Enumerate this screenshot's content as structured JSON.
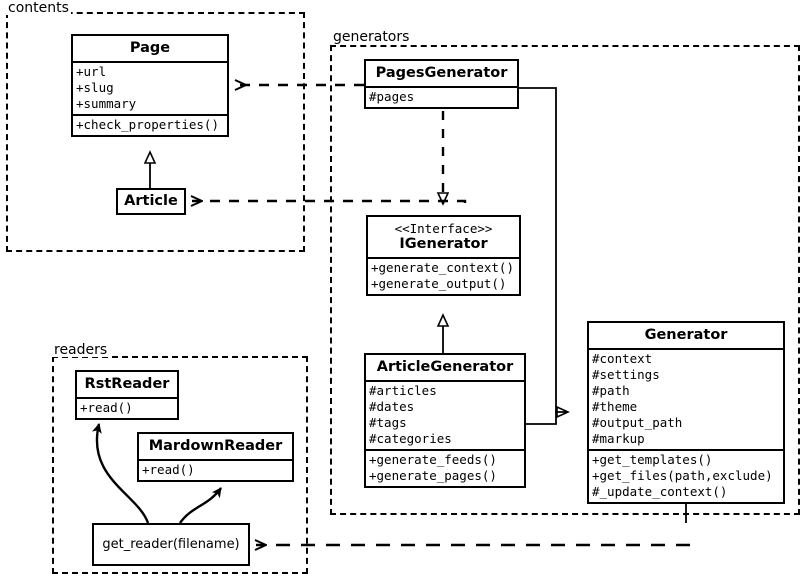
{
  "diagram": {
    "title": "UML class diagram",
    "stroke_color": "#000000",
    "background_color": "#ffffff"
  },
  "packages": [
    {
      "id": "contents",
      "label": "contents"
    },
    {
      "id": "generators",
      "label": "generators"
    },
    {
      "id": "readers",
      "label": "readers"
    }
  ],
  "classes": {
    "page": {
      "name": "Page",
      "attributes": [
        "+url",
        "+slug",
        "+summary"
      ],
      "operations": [
        "+check_properties()"
      ]
    },
    "article": {
      "name": "Article",
      "attributes": [],
      "operations": []
    },
    "pages_generator": {
      "name": "PagesGenerator",
      "attributes": [
        "#pages"
      ],
      "operations": []
    },
    "igenerator": {
      "stereotype": "<<Interface>>",
      "name": "IGenerator",
      "attributes": [],
      "operations": [
        "+generate_context()",
        "+generate_output()"
      ]
    },
    "article_generator": {
      "name": "ArticleGenerator",
      "attributes": [
        "#articles",
        "#dates",
        "#tags",
        "#categories"
      ],
      "operations": [
        "+generate_feeds()",
        "+generate_pages()"
      ]
    },
    "generator": {
      "name": "Generator",
      "attributes": [
        "#context",
        "#settings",
        "#path",
        "#theme",
        "#output_path",
        "#markup"
      ],
      "operations": [
        "+get_templates()",
        "+get_files(path,exclude)",
        "#_update_context()"
      ]
    },
    "get_reader": {
      "name": "get_reader(filename)"
    },
    "rst_reader": {
      "name": "RstReader",
      "attributes": [],
      "operations": [
        "+read()"
      ]
    },
    "mardown_reader": {
      "name": "MardownReader",
      "attributes": [],
      "operations": [
        "+read()"
      ]
    }
  },
  "relationships": [
    {
      "id": "article-inherits-page",
      "type": "generalization",
      "from": "Article",
      "to": "Page"
    },
    {
      "id": "pagesgenerator-realizes-igenerator",
      "type": "realization",
      "from": "PagesGenerator",
      "to": "IGenerator"
    },
    {
      "id": "articlegenerator-realizes-igenerator",
      "type": "realization",
      "from": "ArticleGenerator",
      "to": "IGenerator"
    },
    {
      "id": "pagesgenerator-inherits-generator",
      "type": "generalization",
      "from": "PagesGenerator",
      "to": "Generator"
    },
    {
      "id": "articlegenerator-inherits-generator",
      "type": "generalization",
      "from": "ArticleGenerator",
      "to": "Generator"
    },
    {
      "id": "pagesgenerator-depends-page",
      "type": "dependency",
      "from": "PagesGenerator",
      "to": "Page"
    },
    {
      "id": "generators-depends-article",
      "type": "dependency",
      "from": "generators",
      "to": "Article"
    },
    {
      "id": "generators-depends-get_reader",
      "type": "dependency",
      "from": "generators",
      "to": "get_reader(filename)"
    },
    {
      "id": "get_reader-creates-rstreader",
      "type": "association",
      "from": "get_reader(filename)",
      "to": "RstReader"
    },
    {
      "id": "get_reader-creates-mardownreader",
      "type": "association",
      "from": "get_reader(filename)",
      "to": "MardownReader"
    }
  ]
}
